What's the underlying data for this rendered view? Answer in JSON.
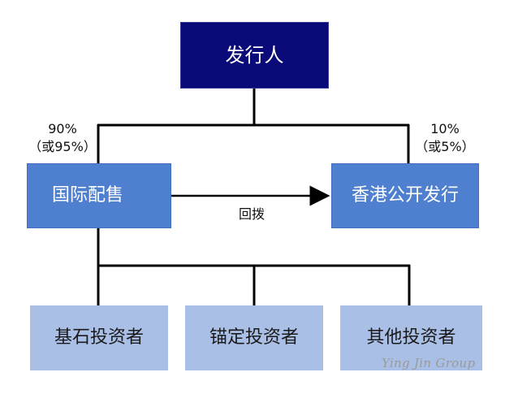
{
  "issuer": "发行人",
  "branches": {
    "international": {
      "label": "国际配售",
      "pct": "90%",
      "alt_pct": "（或95%）"
    },
    "hong_kong": {
      "label": "香港公开发行",
      "pct": "10%",
      "alt_pct": "（或5%）"
    }
  },
  "clawback_label": "回拨",
  "investors": [
    "基石投资者",
    "锚定投资者",
    "其他投资者"
  ],
  "watermark": "Ying Jin Group",
  "colors": {
    "issuer_fill": "#0a0a78",
    "branch_fill": "#4f7fcf",
    "investor_fill": "#aabfe6",
    "line": "#000000"
  }
}
